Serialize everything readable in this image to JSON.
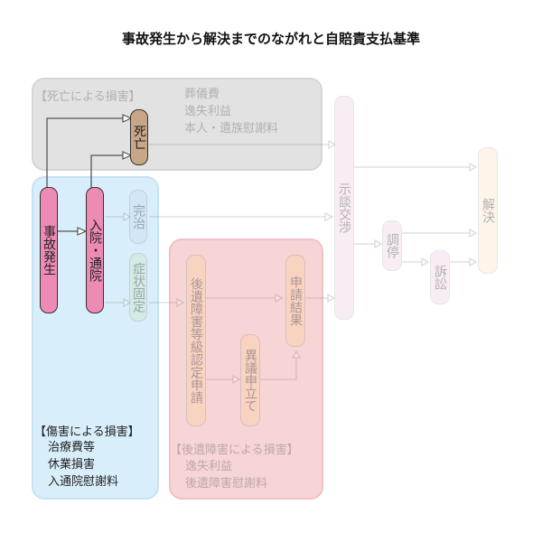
{
  "title": "事故発生から解決までのながれと自賠責支払基準",
  "death_panel": {
    "label": "【死亡による損害】",
    "items": [
      "葬儀費",
      "逸失利益",
      "本人・遺族慰謝料"
    ]
  },
  "injury_panel": {
    "label": "【傷害による損害】",
    "items": [
      "治療費等",
      "休業損害",
      "入通院慰謝料"
    ]
  },
  "sequelae_panel": {
    "label": "【後遺障害による損害】",
    "items": [
      "逸失利益",
      "後遺障害慰謝料"
    ]
  },
  "nodes": {
    "accident": "事故発生",
    "hospital": "入院・通院",
    "death": "死亡",
    "cured": "完治",
    "symptom_fixed": "症状固定",
    "sequelae_application": "後遺障害等級認定申請",
    "objection": "異議申立て",
    "application_result": "申請結果",
    "settlement_negotiation": "示談交渉",
    "mediation": "調停",
    "lawsuit": "訴訟",
    "resolution": "解決"
  },
  "colors": {
    "death_panel": "#e2e2e2",
    "injury_panel": "#d9eefb",
    "sequelae_panel": "#f7d4d6",
    "accident_node": "#ee8bb5",
    "death_node": "#c8a787",
    "cured_node": "#c5dcef",
    "symptom_node": "#cde6b8",
    "orange_node": "#fbd29a",
    "negotiation_node": "#eecde5",
    "resolution_node": "#fbe3c4"
  }
}
